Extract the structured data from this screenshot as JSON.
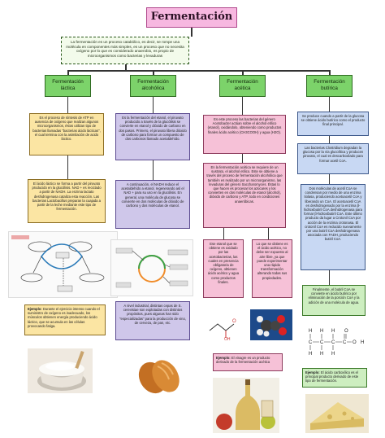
{
  "title": "Fermentación",
  "intro": "La fermentación es un proceso catabólico, es decir, se rompe una molécula en componentes más simples, es un proceso que no necesita oxígeno por lo que es considerado anaerobio, es propio de microorganismos como bacterias y levaduras",
  "columns": [
    {
      "heading": "Fermentación láctica",
      "boxes": [
        "Es el proceso de síntesis de ATP en ausencia de oxígeno que realizan algunos microorganismos, éstos utilizan tipo de bacterias llamadas \"bacterias ácido lácticas\", el cual termina con la asimilación de acido láctico.",
        "El ácido láctico se forma a partir del piruvato producido en la glucólisis. NAD + es reciclado a partir de NADH. La enzima lactato deshidrogenasa cataliza esta reacción. Las bacterias Lactobacillus preparan la cuajada a partir de la leche mediante este tipo de fermentación."
      ],
      "example_label": "Ejemplo:",
      "example": "Durante el ejercicio intenso cuando el suministro de oxígeno es inadecuado, los músculos obtienen energía produciendo ácido láctico, que se acumula en las células provocando fatiga."
    },
    {
      "heading": "Fermentación alcohólica",
      "boxes": [
        "Es la fermentación del etanol, el piruvato producido a través de la glucólisis se convierte en etanol y dióxido de carbono en dos pasos. Primero, el piruvato libera dióxido de carbono para formar un compuesto de dos carbonos llamado acetaldehído.",
        "A continuación, el NADH reduce el acetaldehído a etanol, regenerando así el NAD + para su uso en la glucólisis. En general, una molécula de glucosa se convierte en dos moléculas de dióxido de carbono y dos moléculas de etanol.",
        "A nivel industrial, distintas cepas de S. cerevisiae son explotadas con distintos propósitos, pues algunas han sido \"especializadas\" para la producción de vino, de cerveza, de pan, etc."
      ]
    },
    {
      "heading": "Fermentación acética",
      "boxes": [
        "Es este proceso las bacterias del género Acetobacter actúan sobre el alcohol etílico (etanol), oxidándolo, obteniendo como productos finales ácido acético (CH3COOH) y agua (H2O).",
        "En la fermentación acética se requiere de un sustrato, el alcohol etílico. Este se obtiene a través del proceso de fermentación alcohólica que también es realizado por un microorganismo, las levaduras del género Saccharomyces. Éstas lo que hacen es procesar los azúcares y los convierten en dos moléculas de etanol (alcohol), dióxido de carbono y ATP, todo en condiciones anaeróbicas.",
        "Ese etanol que se obtiene es oxidado por las acetobacterias, las cuales en presencia obligatoria de oxígeno, obtienen ácido acético y agua como productos finales.",
        "Lo que se obtiene es el ácido acético, no debe ser expuesto al aire libre, ya que puede experimentar una rápida transformación alterando todas sus propiedades."
      ],
      "example_label": "Ejemplo:",
      "example": "El vinagre es un producto derivado de la fermentación acética"
    },
    {
      "heading": "Fermentación butírica",
      "boxes": [
        "Se produce cuando a partir de la glucosa se obtiene ácido butírico como el producto final principal.",
        "Las bacterias Clostridium degradan la glucosa por la vía glucolítica y producen piruvato, el cual es descarboxilado para formar acetil CoA.",
        "Dos moléculas de acetil CoA se condensan por medio de una enzima tiolasa, produciendo acetoacetil CoA y liberando un CoA. El acetoacetil CoA es deshidrogenado por la enzima β-hidroxibutiril CoA deshidrogenasa para formar β-hidroxibutiril CoA. Este último producto da lugar a Crotonil CoA por acción de la enzima crotonasa. El crotonil CoA es reducido nuevamente por una butiril CoA deshidrogenasa asociada con FADH, produciendo butiril CoA.",
        "Finalmente, el butiril CoA se convierte en ácido butírico por eliminación de la porción CoA y la adición de una molécula de agua.",
        "El ácido carboxílico es el principal producto derivado de este tipo de fermentación."
      ],
      "example_label": "Ejemplo:",
      "formula_atoms": [
        "H",
        "H",
        "H",
        "O",
        "C",
        "C",
        "C",
        "C",
        "O",
        "H"
      ]
    }
  ],
  "colors": {
    "title_bg": "#f7b8e0",
    "header_bg": "#7cd36a",
    "yellow": "#fbe5a3",
    "lilac": "#cfc7ea",
    "pink": "#f6c1d7",
    "blue": "#c8d8f3"
  }
}
